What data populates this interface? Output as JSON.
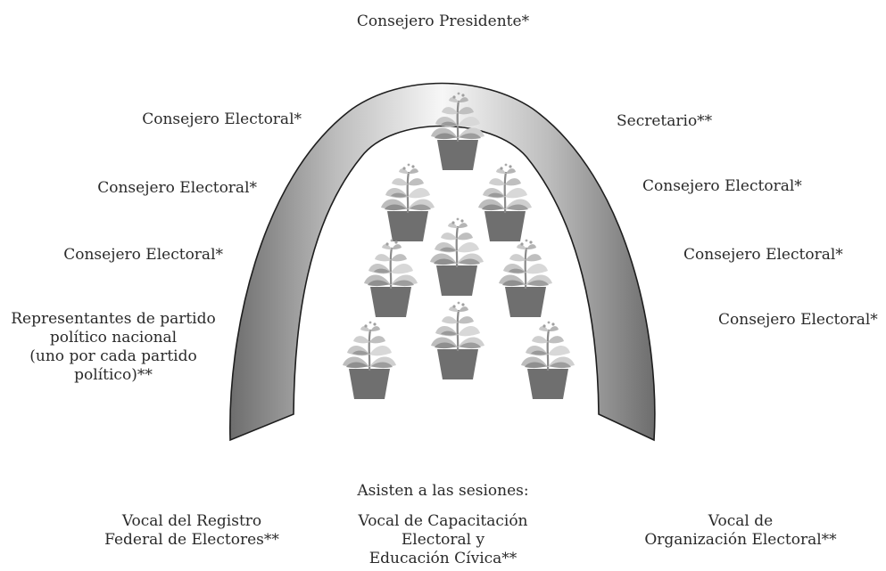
{
  "title": "Consejero Presidente*",
  "left_labels": [
    "Consejero Electoral*",
    "Consejero Electoral*",
    "Consejero Electoral*"
  ],
  "right_labels": [
    "Secretario**",
    "Consejero Electoral*",
    "Consejero Electoral*",
    "Consejero Electoral*"
  ],
  "representantes": [
    "Representantes de partido",
    "político nacional",
    "(uno por cada partido",
    "político)**"
  ],
  "attend_heading": "Asisten a las sesiones:",
  "vocales": {
    "left": [
      "Vocal del Registro",
      "Federal de Electores**"
    ],
    "center": [
      "Vocal de Capacitación",
      "Electoral y",
      "Educación Cívica**"
    ],
    "right": [
      "Vocal de",
      "Organización Electoral**"
    ]
  },
  "colors": {
    "arch_dark": "#6e6e6e",
    "arch_light": "#f2f2f2",
    "pot": "#6f6f6f",
    "leaf_light": "#d4d4d4",
    "leaf_mid": "#a9a9a9",
    "leaf_dark": "#7d7d7d"
  },
  "icons": {
    "plant": "potted-plant-icon"
  }
}
